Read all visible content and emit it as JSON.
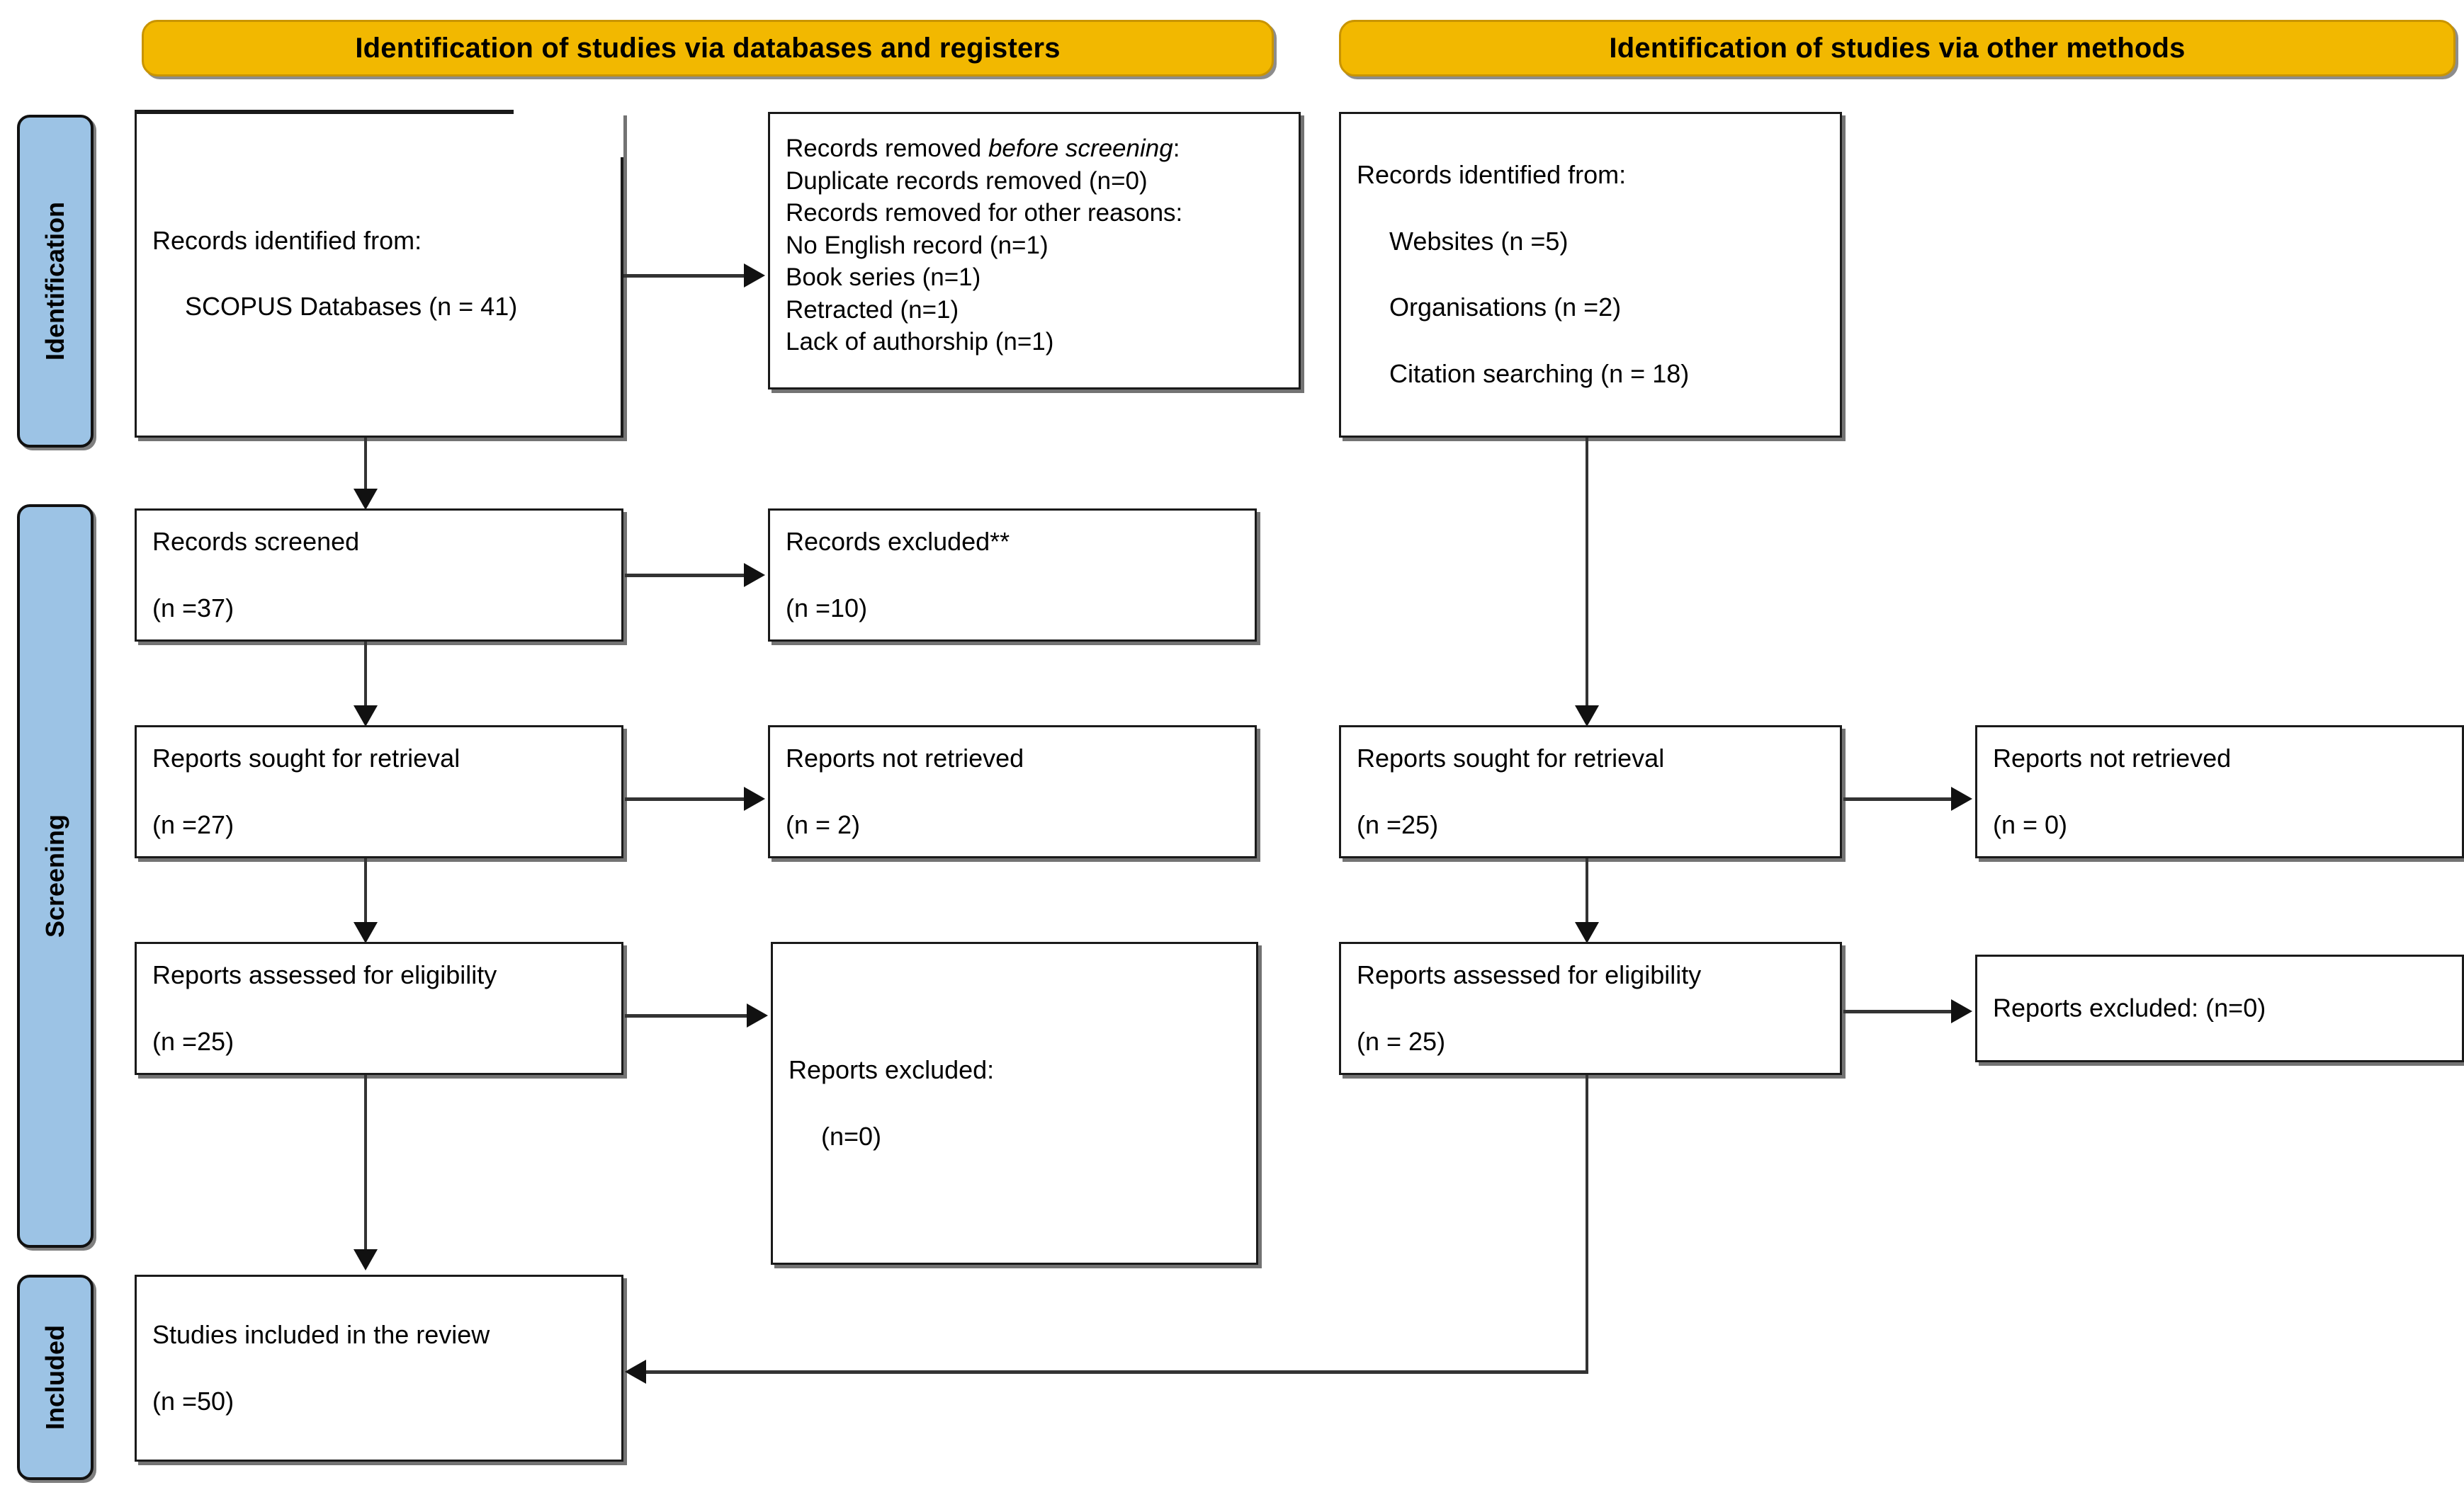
{
  "diagram": {
    "type": "prisma-flow-diagram",
    "banners": [
      {
        "id": "databases",
        "label": "Identification of studies via databases and registers"
      },
      {
        "id": "other",
        "label": "Identification of studies via other methods"
      }
    ],
    "stages": [
      {
        "id": "identification",
        "label": "Identification"
      },
      {
        "id": "screening",
        "label": "Screening"
      },
      {
        "id": "included",
        "label": "Included"
      }
    ],
    "colors": {
      "banner_fill": "#F2B800",
      "banner_border": "#C99400",
      "stage_fill": "#9CC3E5",
      "box_border": "#1a1a1a",
      "connector": "#333333",
      "background": "#FFFFFF"
    },
    "boxes": {
      "records_identified_db": {
        "line1": "Records identified from:",
        "line2": "SCOPUS Databases (n = 41)"
      },
      "records_removed": {
        "line1_a": "Records removed ",
        "line1_b": "before screening",
        "line1_c": ":",
        "line2": "Duplicate records removed (n=0)",
        "line3": "Records removed for other reasons:",
        "line4": "No English record (n=1)",
        "line5": "Book series (n=1)",
        "line6": "Retracted (n=1)",
        "line7": "Lack of authorship (n=1)"
      },
      "records_screened": {
        "line1": "Records screened",
        "line2": "(n =37)"
      },
      "records_excluded": {
        "line1": "Records excluded**",
        "line2": "(n =10)"
      },
      "reports_sought_db": {
        "line1": "Reports sought for retrieval",
        "line2": "(n =27)"
      },
      "reports_not_retrieved_db": {
        "line1": "Reports not retrieved",
        "line2": "(n = 2)"
      },
      "reports_assessed_db": {
        "line1": "Reports assessed for eligibility",
        "line2": "(n =25)"
      },
      "reports_excluded_db": {
        "line1": "Reports excluded:",
        "line2": "(n=0)"
      },
      "studies_included": {
        "line1": "Studies included in the review",
        "line2": "(n =50)"
      },
      "records_identified_other": {
        "line1": "Records identified from:",
        "line2": "Websites (n =5)",
        "line3": "Organisations (n =2)",
        "line4": "Citation searching (n = 18)"
      },
      "reports_sought_other": {
        "line1": "Reports sought for retrieval",
        "line2": "(n =25)"
      },
      "reports_not_retrieved_other": {
        "line1": "Reports not retrieved",
        "line2": "(n = 0)"
      },
      "reports_assessed_other": {
        "line1": "Reports assessed for eligibility",
        "line2": "(n = 25)"
      },
      "reports_excluded_other": {
        "line1": "Reports excluded: (n=0)"
      }
    }
  }
}
